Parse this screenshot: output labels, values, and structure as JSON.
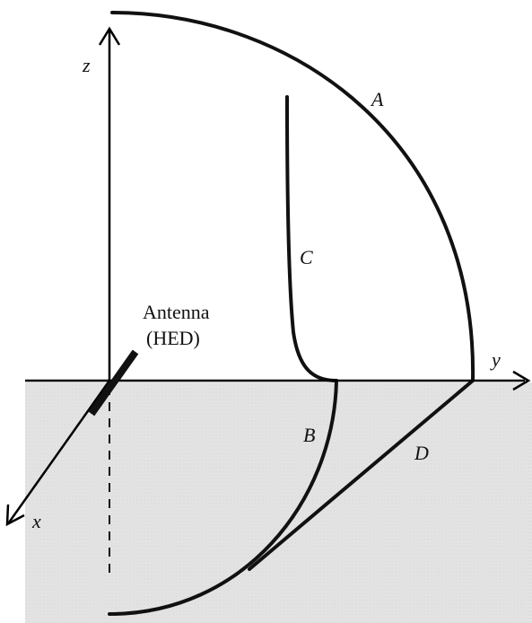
{
  "colors": {
    "ground": "#e4e4e4",
    "ground_speckle": "#cfcfcf",
    "ink": "#111111"
  },
  "axes": {
    "z_label": "z",
    "y_label": "y",
    "x_label": "x"
  },
  "antenna": {
    "line1": "Antenna",
    "line2": "(HED)"
  },
  "curves": {
    "A": "A",
    "B": "B",
    "C": "C",
    "D": "D"
  }
}
